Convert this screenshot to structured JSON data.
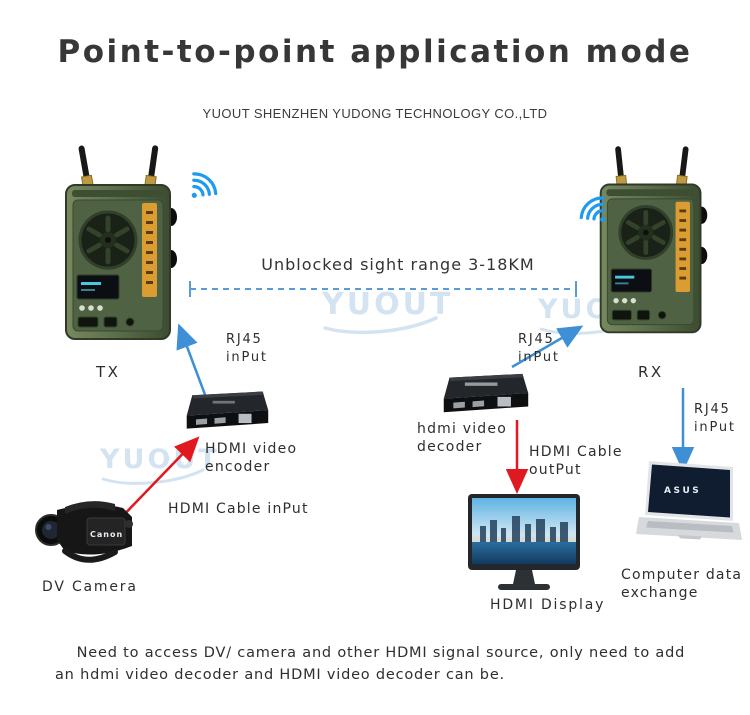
{
  "header": {
    "title": "Point-to-point application mode",
    "subtitle": "YUOUT SHENZHEN YUDONG TECHNOLOGY CO.,LTD"
  },
  "link": {
    "range_label": "Unblocked sight range 3-18KM"
  },
  "devices": {
    "tx_label": "TX",
    "rx_label": "RX"
  },
  "labels": {
    "rj45_input": "RJ45\ninPut",
    "hdmi_video_encoder": "HDMI video\nencoder",
    "hdmi_video_decoder": "hdmi video\ndecoder",
    "hdmi_cable_input": "HDMI Cable inPut",
    "hdmi_cable_output": "HDMI Cable\noutPut",
    "dv_camera": "DV Camera",
    "hdmi_display": "HDMI Display",
    "computer_data_exchange": "Computer data\nexchange"
  },
  "brands": {
    "camera_brand": "Canon",
    "laptop_brand": "ASUS"
  },
  "watermark": {
    "text": "YUOUT"
  },
  "footer": {
    "text": "    Need to access DV/ camera and other HDMI signal source, only need to add\nan hdmi video decoder and HDMI video decoder can be."
  },
  "colors": {
    "arrow_blue": "#3f8fd6",
    "arrow_red": "#e0181f",
    "dashed_line": "#5b9bd5",
    "watermark": "#aecbe6",
    "device_green": "#5a6d4a",
    "wifi_blue": "#1e9af0"
  }
}
